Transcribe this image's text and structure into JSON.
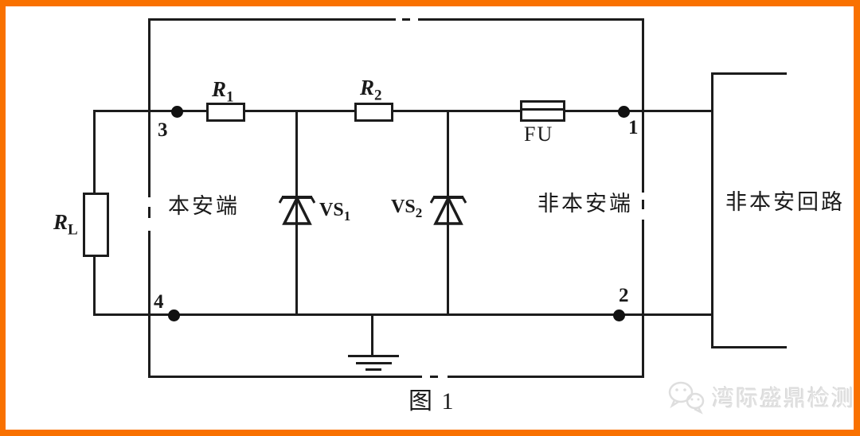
{
  "figure": {
    "caption": "图 1",
    "watermark_text": "湾际盛鼎检测"
  },
  "zones": {
    "intrinsically_safe_side": "本安端",
    "non_intrinsically_safe_side": "非本安端",
    "non_intrinsically_safe_loop": "非本安回路"
  },
  "components": {
    "r1": {
      "base": "R",
      "sub": "1"
    },
    "r2": {
      "base": "R",
      "sub": "2"
    },
    "rl": {
      "base": "R",
      "sub": "L"
    },
    "vs1": {
      "base": "VS",
      "sub": "1"
    },
    "vs2": {
      "base": "VS",
      "sub": "2"
    },
    "fuse": "FU"
  },
  "terminals": {
    "t1": "1",
    "t2": "2",
    "t3": "3",
    "t4": "4"
  },
  "icons": {
    "wechat": "wechat-icon",
    "ground": "ground-icon"
  },
  "colors": {
    "frame_orange": "#f97100",
    "line_black": "#1c1c1c",
    "watermark_gray": "#e2e2e2"
  }
}
